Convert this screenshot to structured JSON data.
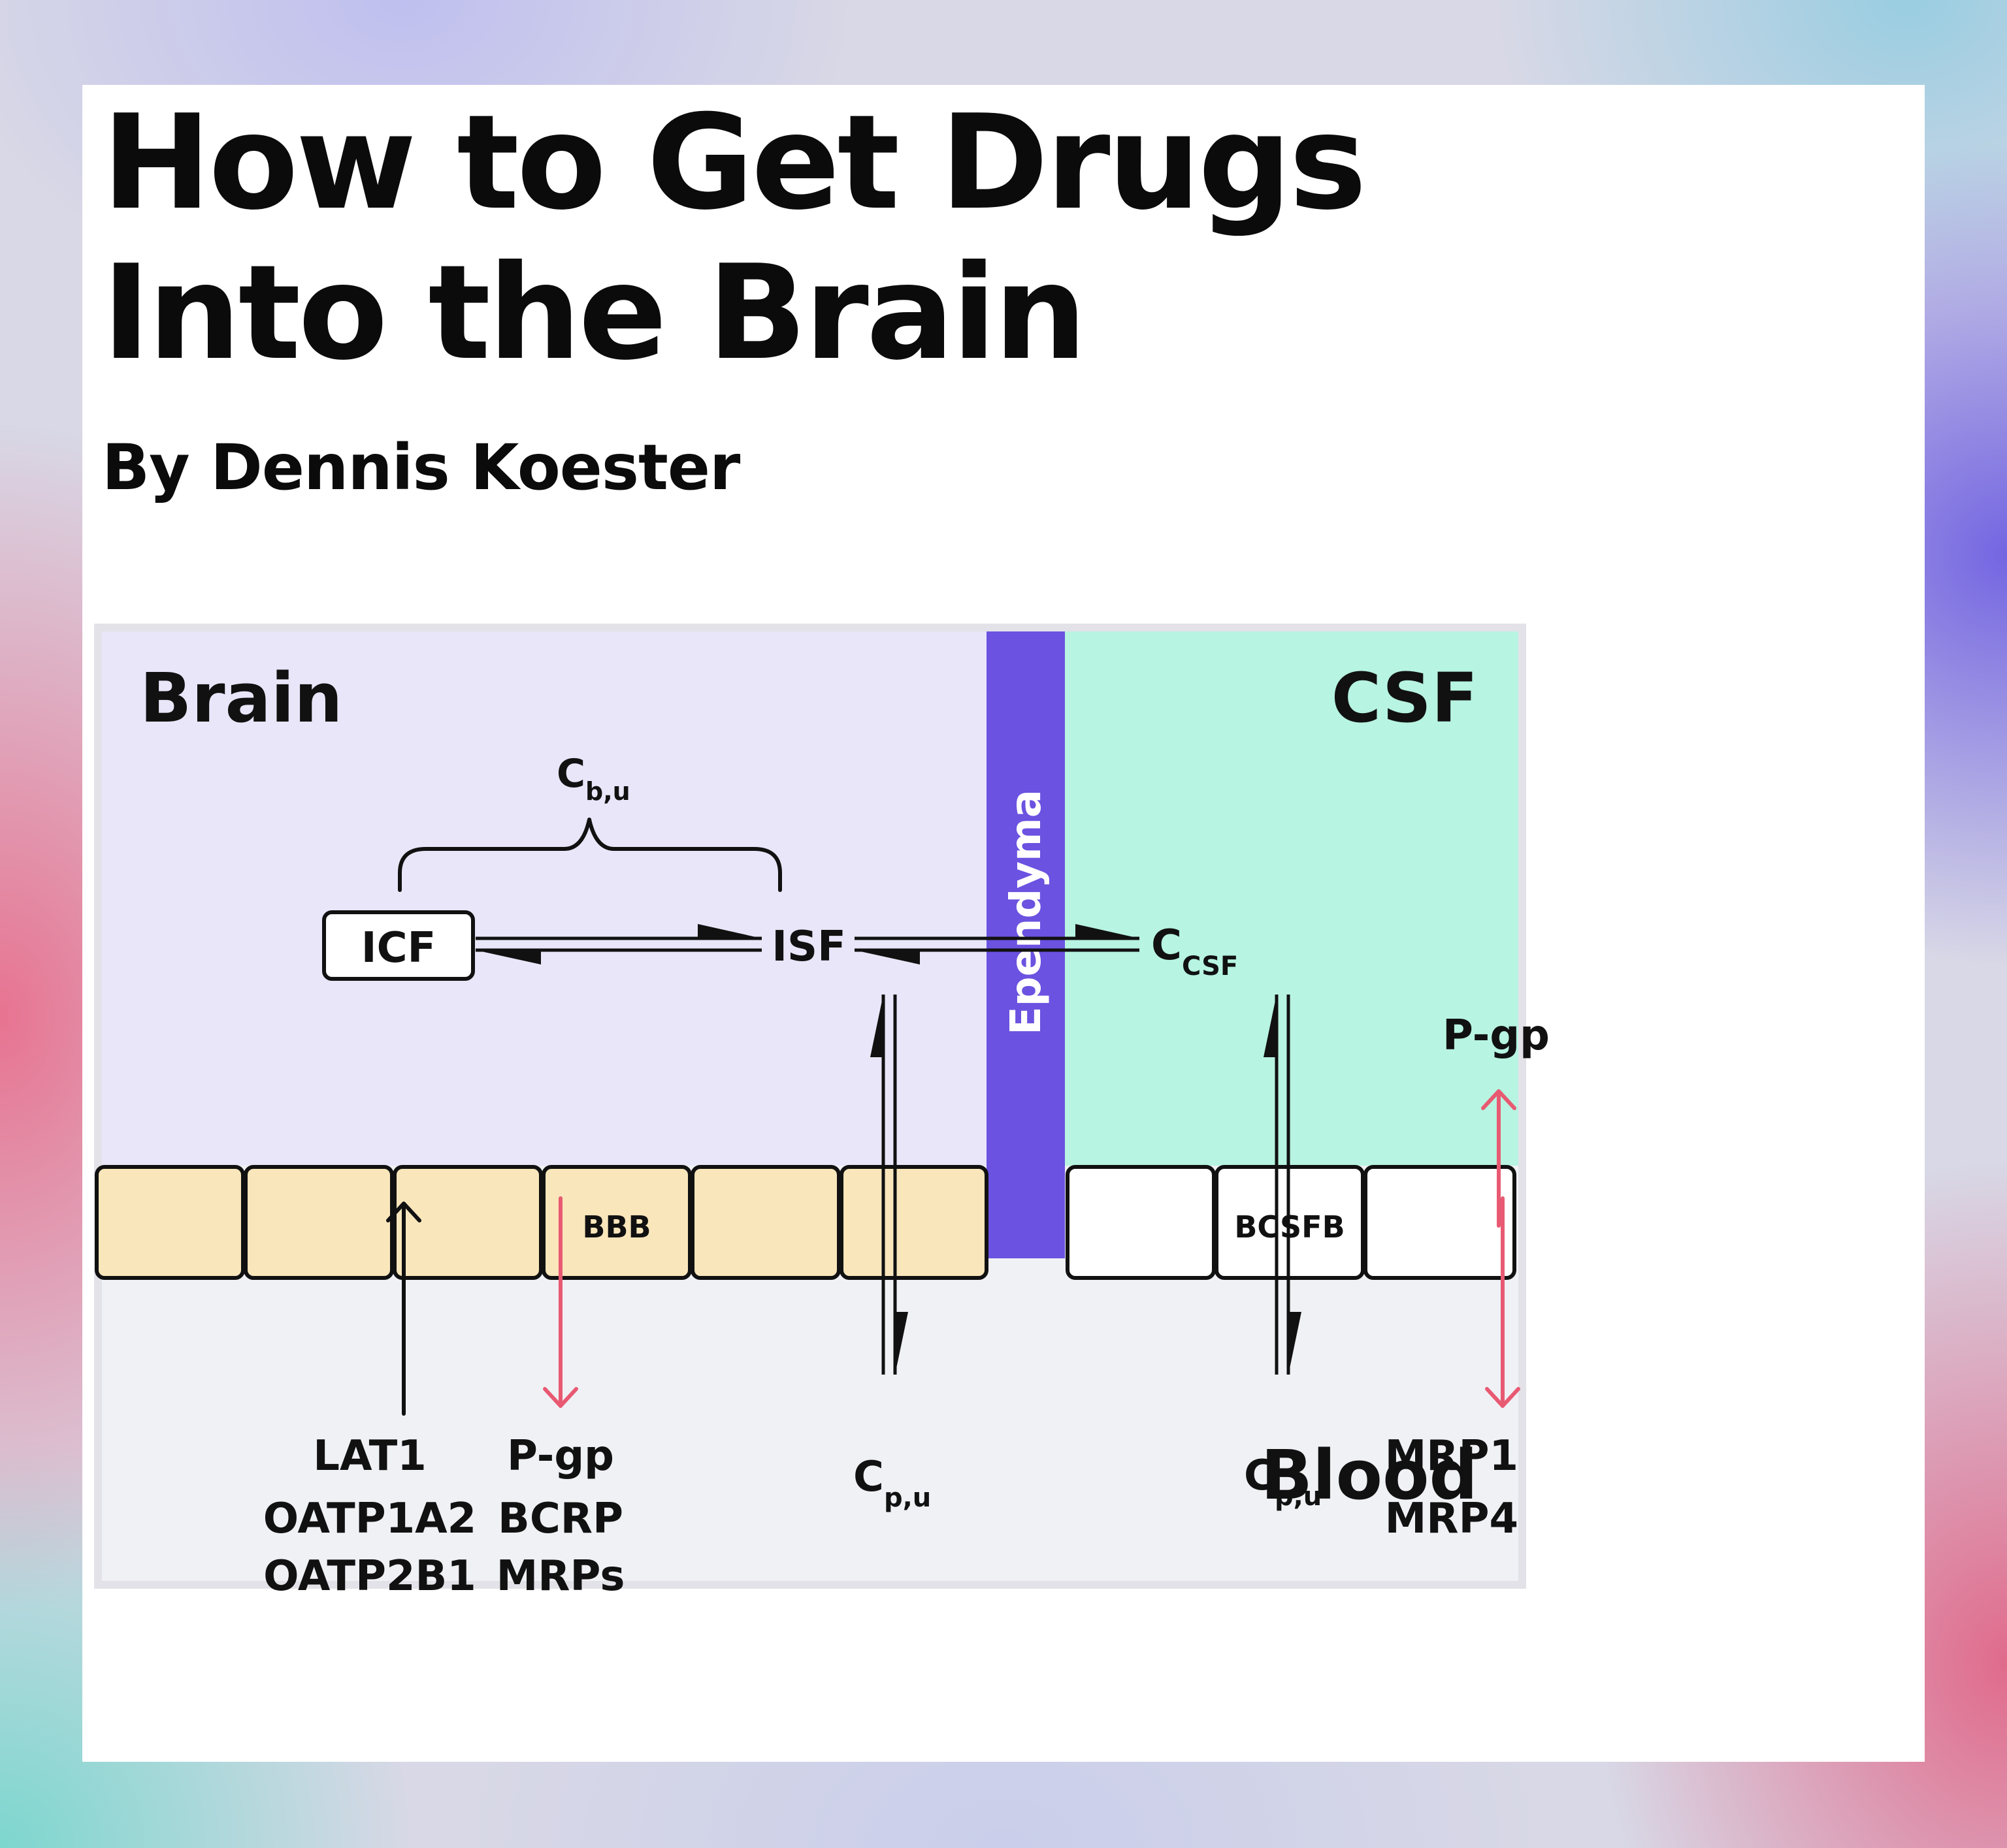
{
  "title": "How to Get Drugs\nInto the Brain",
  "author": "By Dennis Koester",
  "colors": {
    "brain_bg": "#e8e6f8",
    "csf_bg": "#b7f4e1",
    "blood_bg": "#f0f1f5",
    "ependyma": "#6b52e0",
    "bbb_cell": "#f9e6bb",
    "bcsfb_cell": "#ffffff",
    "efflux_arrow": "#e85a72",
    "ink": "#111111"
  },
  "diagram": {
    "regions": {
      "brain": "Brain",
      "csf": "CSF",
      "blood": "Blood",
      "ependyma": "Ependyma"
    },
    "barriers": {
      "bbb": "BBB",
      "bcsfb": "BCSFB"
    },
    "compartments": {
      "icf": "ICF",
      "isf": "ISF",
      "c_bu_main": "C",
      "c_bu_sub": "b,u",
      "c_csf_main": "C",
      "c_csf_sub": "CSF",
      "c_pu_main": "C",
      "c_pu_sub": "p,u"
    },
    "influx_transporters": [
      "LAT1",
      "OATP1A2",
      "OATP2B1"
    ],
    "bbb_efflux_transporters": [
      "P-gp",
      "BCRP",
      "MRPs"
    ],
    "bcsfb_into_csf": [
      "P-gp"
    ],
    "bcsfb_into_blood": [
      "MRP1",
      "MRP4"
    ],
    "icons": [
      "up-arrow-icon",
      "down-arrow-icon",
      "equilibrium-arrow-icon",
      "curly-brace-icon"
    ]
  }
}
